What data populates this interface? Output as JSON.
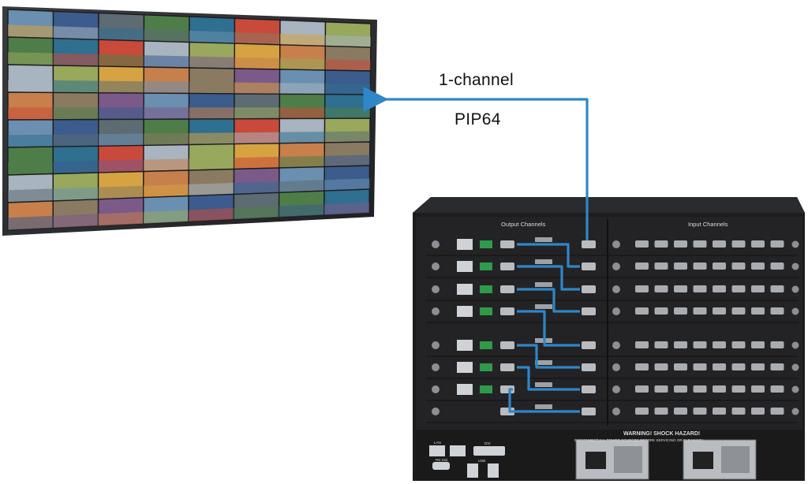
{
  "labels": {
    "line1": "1-channel",
    "line2": "PIP64"
  },
  "chassis": {
    "output_title": "Output Channels",
    "input_title": "Input Channels",
    "warning_title": "WARNING! SHOCK HAZARD!",
    "warning_text": "DISCONNECT ALL POWER SOURCES BEFORE SERVICING OR CLEANING!",
    "port_lan": "LAN",
    "port_rs232": "RS-232",
    "port_dvi": "DVI",
    "port_usb": "USB"
  },
  "wall": {
    "rows": 8,
    "cols": 8
  },
  "colors": {
    "arrow": "#2f86c8",
    "chassis": "#1c1c1e"
  }
}
